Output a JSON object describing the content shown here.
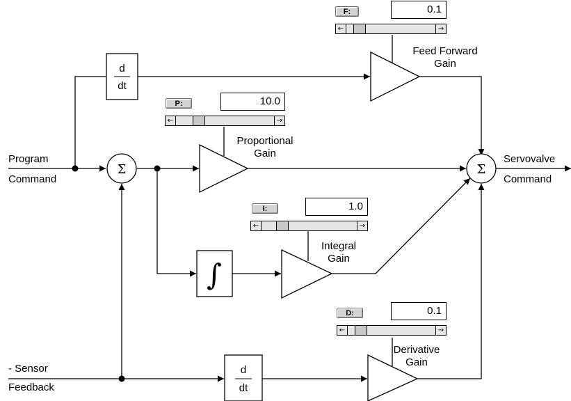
{
  "blocks": {
    "deriv_top": {
      "num": "d",
      "den": "dt"
    },
    "deriv_bottom": {
      "num": "d",
      "den": "dt"
    },
    "integrator": {
      "symbol": "∫"
    },
    "summer_input": {
      "symbol": "Σ"
    },
    "summer_output": {
      "symbol": "Σ"
    }
  },
  "labels": {
    "program_1": "Program",
    "program_2": "Command",
    "sensor_1": "- Sensor",
    "sensor_2": "Feedback",
    "servo_1": "Servovalve",
    "servo_2": "Command",
    "ff_1": "Feed Forward",
    "ff_2": "Gain",
    "p_1": "Proportional",
    "p_2": "Gain",
    "i_1": "Integral",
    "i_2": "Gain",
    "d_1": "Derivative",
    "d_2": "Gain"
  },
  "controls": {
    "F": {
      "button": "F:",
      "value": "0.1",
      "slider_fraction": 0.1
    },
    "P": {
      "button": "P:",
      "value": "10.0",
      "slider_fraction": 0.2
    },
    "I": {
      "button": "I:",
      "value": "1.0",
      "slider_fraction": 0.18
    },
    "D": {
      "button": "D:",
      "value": "0.1",
      "slider_fraction": 0.1
    }
  },
  "icons": {
    "left_arrow": "left-arrow-icon",
    "right_arrow": "right-arrow-icon"
  }
}
